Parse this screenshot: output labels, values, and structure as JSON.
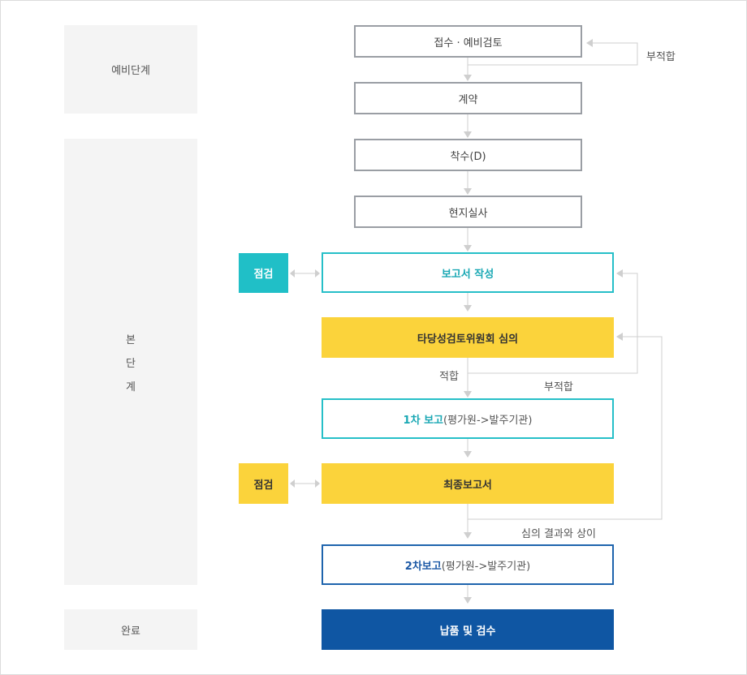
{
  "stages": {
    "prelim": "예비단계",
    "main": [
      "본",
      "단",
      "계"
    ],
    "done": "완료"
  },
  "steps": {
    "intake": "접수 · 예비검토",
    "contract": "계약",
    "start": "착수(D)",
    "survey": "현지실사",
    "report_writing": "보고서 작성",
    "committee": "타당성검토위원회 심의",
    "report1_strong": "1차 보고",
    "report1_sub": "(평가원->발주기관)",
    "final_report": "최종보고서",
    "report2_strong": "2차보고",
    "report2_sub": "(평가원->발주기관)",
    "delivery": "납품 및 검수"
  },
  "checks": {
    "check1": "점검",
    "check2": "점검"
  },
  "labels": {
    "unfit_top": "부적합",
    "fit": "적합",
    "unfit_mid": "부적합",
    "mismatch": "심의 결과와 상이"
  }
}
